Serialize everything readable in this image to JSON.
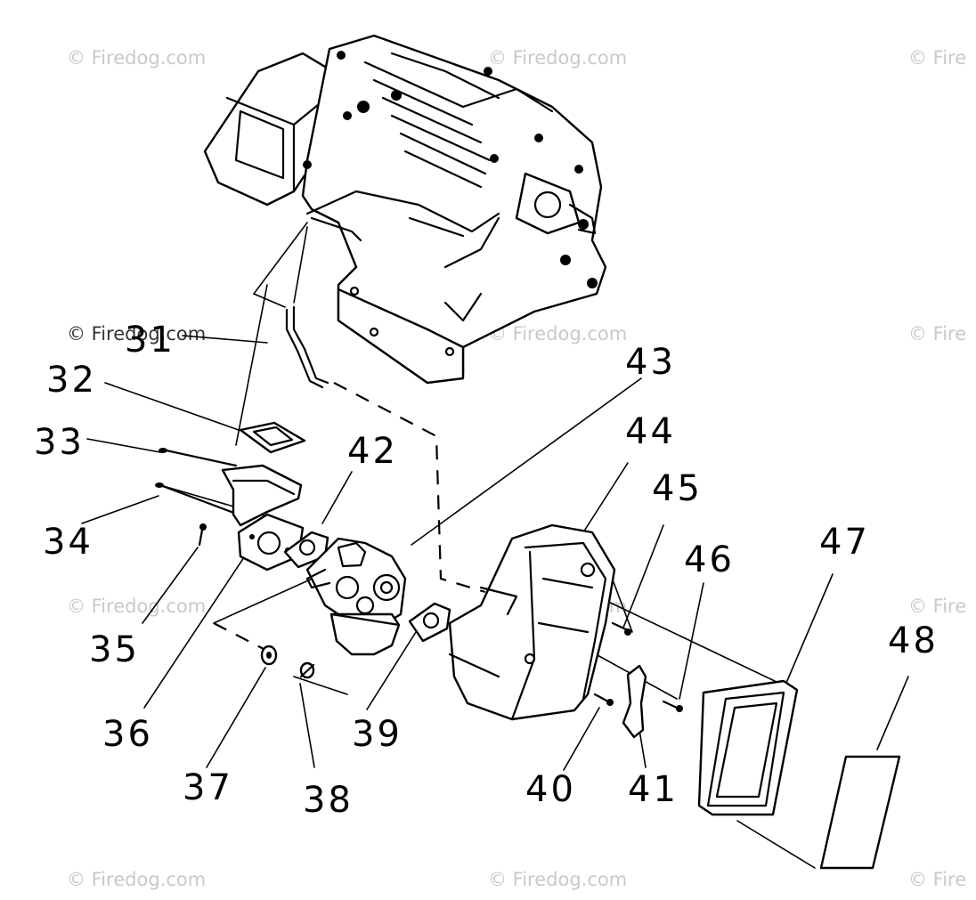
{
  "watermark": "© Firedog.com",
  "watermark_partial": "© Fire",
  "labels": {
    "p31": "31",
    "p32": "32",
    "p33": "33",
    "p34": "34",
    "p35": "35",
    "p36": "36",
    "p37": "37",
    "p38": "38",
    "p39": "39",
    "p40": "40",
    "p41": "41",
    "p42": "42",
    "p43": "43",
    "p44": "44",
    "p45": "45",
    "p46": "46",
    "p47": "47",
    "p48": "48"
  },
  "colors": {
    "ink": "#000000",
    "watermark": "#c9c9c9",
    "background": "#ffffff"
  }
}
